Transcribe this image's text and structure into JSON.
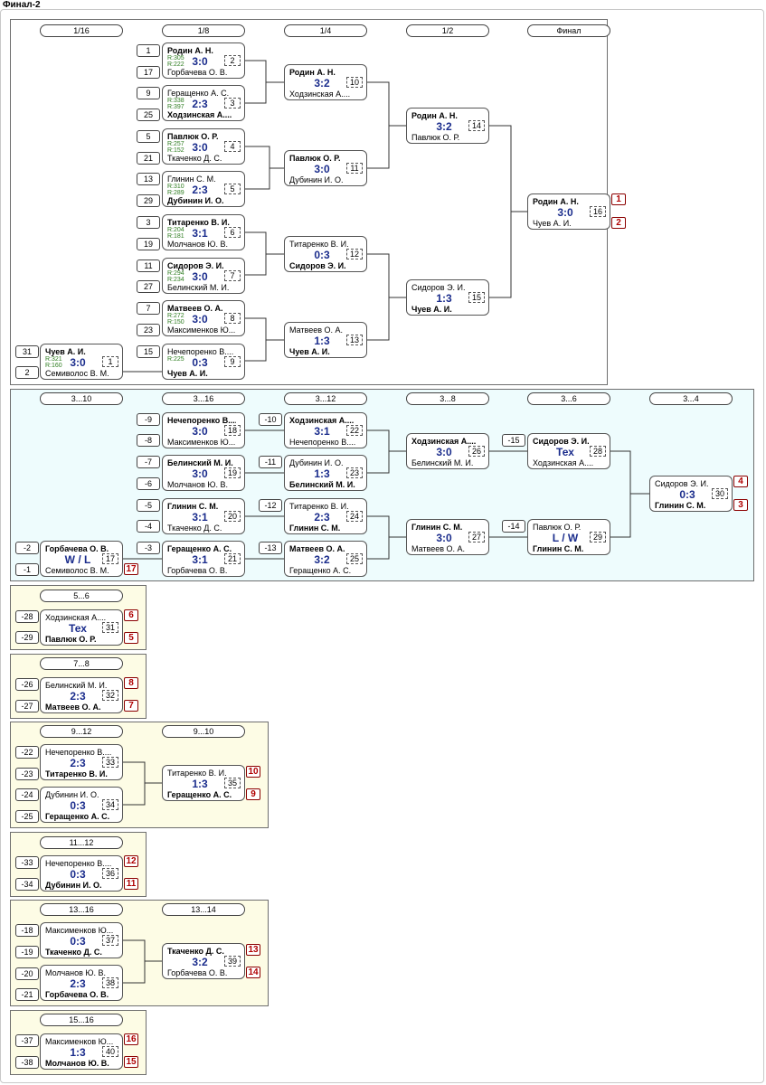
{
  "page_title": "Финал-2",
  "main": {
    "headers": [
      "1/16",
      "1/8",
      "1/4",
      "1/2",
      "Финал"
    ],
    "slots": [
      "1",
      "17",
      "9",
      "25",
      "5",
      "21",
      "13",
      "29",
      "3",
      "19",
      "11",
      "27",
      "7",
      "23",
      "15",
      "31",
      "2"
    ],
    "matches": [
      {
        "p1": "Родин А. Н.",
        "p2": "Горбачева О. В.",
        "score": "3:0",
        "num": "2",
        "r1": "R:305",
        "r2": "R:222"
      },
      {
        "p1": "Геращенко А. С.",
        "p2": "Ходзинская А....",
        "score": "2:3",
        "num": "3",
        "r1": "R:338",
        "r2": "R:397"
      },
      {
        "p1": "Павлюк О. Р.",
        "p2": "Ткаченко Д. С.",
        "score": "3:0",
        "num": "4",
        "r1": "R:257",
        "r2": "R:152"
      },
      {
        "p1": "Глинин С. М.",
        "p2": "Дубинин И. О.",
        "score": "2:3",
        "num": "5",
        "r1": "R:310",
        "r2": "R:289"
      },
      {
        "p1": "Титаренко В. И.",
        "p2": "Молчанов Ю. В.",
        "score": "3:1",
        "num": "6",
        "r1": "R:204",
        "r2": "R:181"
      },
      {
        "p1": "Сидоров Э. И.",
        "p2": "Белинский М. И.",
        "score": "3:0",
        "num": "7",
        "r1": "R:294",
        "r2": "R:234"
      },
      {
        "p1": "Матвеев О. А.",
        "p2": "Максименков Ю....",
        "score": "3:0",
        "num": "8",
        "r1": "R:272",
        "r2": "R:150"
      },
      {
        "p1": "Нечепоренко В....",
        "p2": "Чуев А. И.",
        "score": "0:3",
        "num": "9",
        "r1": "R:225",
        "r2": ""
      },
      {
        "p1": "Чуев А. И.",
        "p2": "Семиволос В. М.",
        "score": "3:0",
        "num": "1",
        "r1": "R:321",
        "r2": "R:160"
      },
      {
        "p1": "Родин А. Н.",
        "p2": "Ходзинская А....",
        "score": "3:2",
        "num": "10"
      },
      {
        "p1": "Павлюк О. Р.",
        "p2": "Дубинин И. О.",
        "score": "3:0",
        "num": "11"
      },
      {
        "p1": "Титаренко В. И.",
        "p2": "Сидоров Э. И.",
        "score": "0:3",
        "num": "12"
      },
      {
        "p1": "Матвеев О. А.",
        "p2": "Чуев А. И.",
        "score": "1:3",
        "num": "13"
      },
      {
        "p1": "Родин А. Н.",
        "p2": "Павлюк О. Р.",
        "score": "3:2",
        "num": "14"
      },
      {
        "p1": "Сидоров Э. И.",
        "p2": "Чуев А. И.",
        "score": "1:3",
        "num": "15"
      },
      {
        "p1": "Родин А. Н.",
        "p2": "Чуев А. И.",
        "score": "3:0",
        "num": "16"
      }
    ],
    "places": [
      "1",
      "2"
    ]
  },
  "consolation": {
    "headers": [
      "3...10",
      "3...16",
      "3...12",
      "3...8",
      "3...6",
      "3...4"
    ],
    "slots": [
      "-2",
      "-1",
      "-9",
      "-8",
      "-7",
      "-6",
      "-5",
      "-4",
      "-3",
      "-10",
      "-11",
      "-12",
      "-13",
      "-15",
      "-14"
    ],
    "matches": [
      {
        "p1": "Нечепоренко В....",
        "p2": "Максименков Ю....",
        "score": "3:0",
        "num": "18"
      },
      {
        "p1": "Белинский М. И.",
        "p2": "Молчанов Ю. В.",
        "score": "3:0",
        "num": "19"
      },
      {
        "p1": "Глинин С. М.",
        "p2": "Ткаченко Д. С.",
        "score": "3:1",
        "num": "20"
      },
      {
        "p1": "Геращенко А. С.",
        "p2": "Горбачева О. В.",
        "score": "3:1",
        "num": "21"
      },
      {
        "p1": "Горбачева О. В.",
        "p2": "Семиволос В. М.",
        "score": "W / L",
        "num": "17"
      },
      {
        "p1": "Ходзинская А....",
        "p2": "Нечепоренко В....",
        "score": "3:1",
        "num": "22"
      },
      {
        "p1": "Дубинин И. О.",
        "p2": "Белинский М. И.",
        "score": "1:3",
        "num": "23"
      },
      {
        "p1": "Титаренко В. И.",
        "p2": "Глинин С. М.",
        "score": "2:3",
        "num": "24"
      },
      {
        "p1": "Матвеев О. А.",
        "p2": "Геращенко А. С.",
        "score": "3:2",
        "num": "25"
      },
      {
        "p1": "Ходзинская А....",
        "p2": "Белинский М. И.",
        "score": "3:0",
        "num": "26"
      },
      {
        "p1": "Глинин С. М.",
        "p2": "Матвеев О. А.",
        "score": "3:0",
        "num": "27"
      },
      {
        "p1": "Сидоров Э. И.",
        "p2": "Ходзинская А....",
        "score": "Тех",
        "num": "28"
      },
      {
        "p1": "Павлюк О. Р.",
        "p2": "Глинин С. М.",
        "score": "L / W",
        "num": "29"
      },
      {
        "p1": "Сидоров Э. И.",
        "p2": "Глинин С. М.",
        "score": "0:3",
        "num": "30"
      }
    ],
    "places": [
      "17",
      "4",
      "3"
    ]
  },
  "p5_6": {
    "header": "5...6",
    "slots": [
      "-28",
      "-29"
    ],
    "match": {
      "p1": "Ходзинская А....",
      "p2": "Павлюк О. Р.",
      "score": "Тех",
      "num": "31"
    },
    "places": [
      "6",
      "5"
    ]
  },
  "p7_8": {
    "header": "7...8",
    "slots": [
      "-26",
      "-27"
    ],
    "match": {
      "p1": "Белинский М. И.",
      "p2": "Матвеев О. А.",
      "score": "2:3",
      "num": "32"
    },
    "places": [
      "8",
      "7"
    ]
  },
  "p9_12": {
    "headers": [
      "9...12",
      "9...10"
    ],
    "slots": [
      "-22",
      "-23",
      "-24",
      "-25"
    ],
    "matches": [
      {
        "p1": "Нечепоренко В....",
        "p2": "Титаренко В. И.",
        "score": "2:3",
        "num": "33"
      },
      {
        "p1": "Дубинин И. О.",
        "p2": "Геращенко А. С.",
        "score": "0:3",
        "num": "34"
      },
      {
        "p1": "Титаренко В. И.",
        "p2": "Геращенко А. С.",
        "score": "1:3",
        "num": "35"
      }
    ],
    "places": [
      "10",
      "9"
    ]
  },
  "p11_12": {
    "header": "11...12",
    "slots": [
      "-33",
      "-34"
    ],
    "match": {
      "p1": "Нечепоренко В....",
      "p2": "Дубинин И. О.",
      "score": "0:3",
      "num": "36"
    },
    "places": [
      "12",
      "11"
    ]
  },
  "p13_16": {
    "headers": [
      "13...16",
      "13...14"
    ],
    "slots": [
      "-18",
      "-19",
      "-20",
      "-21"
    ],
    "matches": [
      {
        "p1": "Максименков Ю....",
        "p2": "Ткаченко Д. С.",
        "score": "0:3",
        "num": "37"
      },
      {
        "p1": "Молчанов Ю. В.",
        "p2": "Горбачева О. В.",
        "score": "2:3",
        "num": "38"
      },
      {
        "p1": "Ткаченко Д. С.",
        "p2": "Горбачева О. В.",
        "score": "3:2",
        "num": "39"
      }
    ],
    "places": [
      "13",
      "14"
    ]
  },
  "p15_16": {
    "header": "15...16",
    "slots": [
      "-37",
      "-38"
    ],
    "match": {
      "p1": "Максименков Ю....",
      "p2": "Молчанов Ю. В.",
      "score": "1:3",
      "num": "40"
    },
    "places": [
      "16",
      "15"
    ]
  },
  "colors": {
    "score": "#1a2c8c",
    "rating": "#2e7d20",
    "place": "#b00000",
    "consolation_bg": "#eefcfd",
    "placement_bg": "#fdfce5"
  }
}
